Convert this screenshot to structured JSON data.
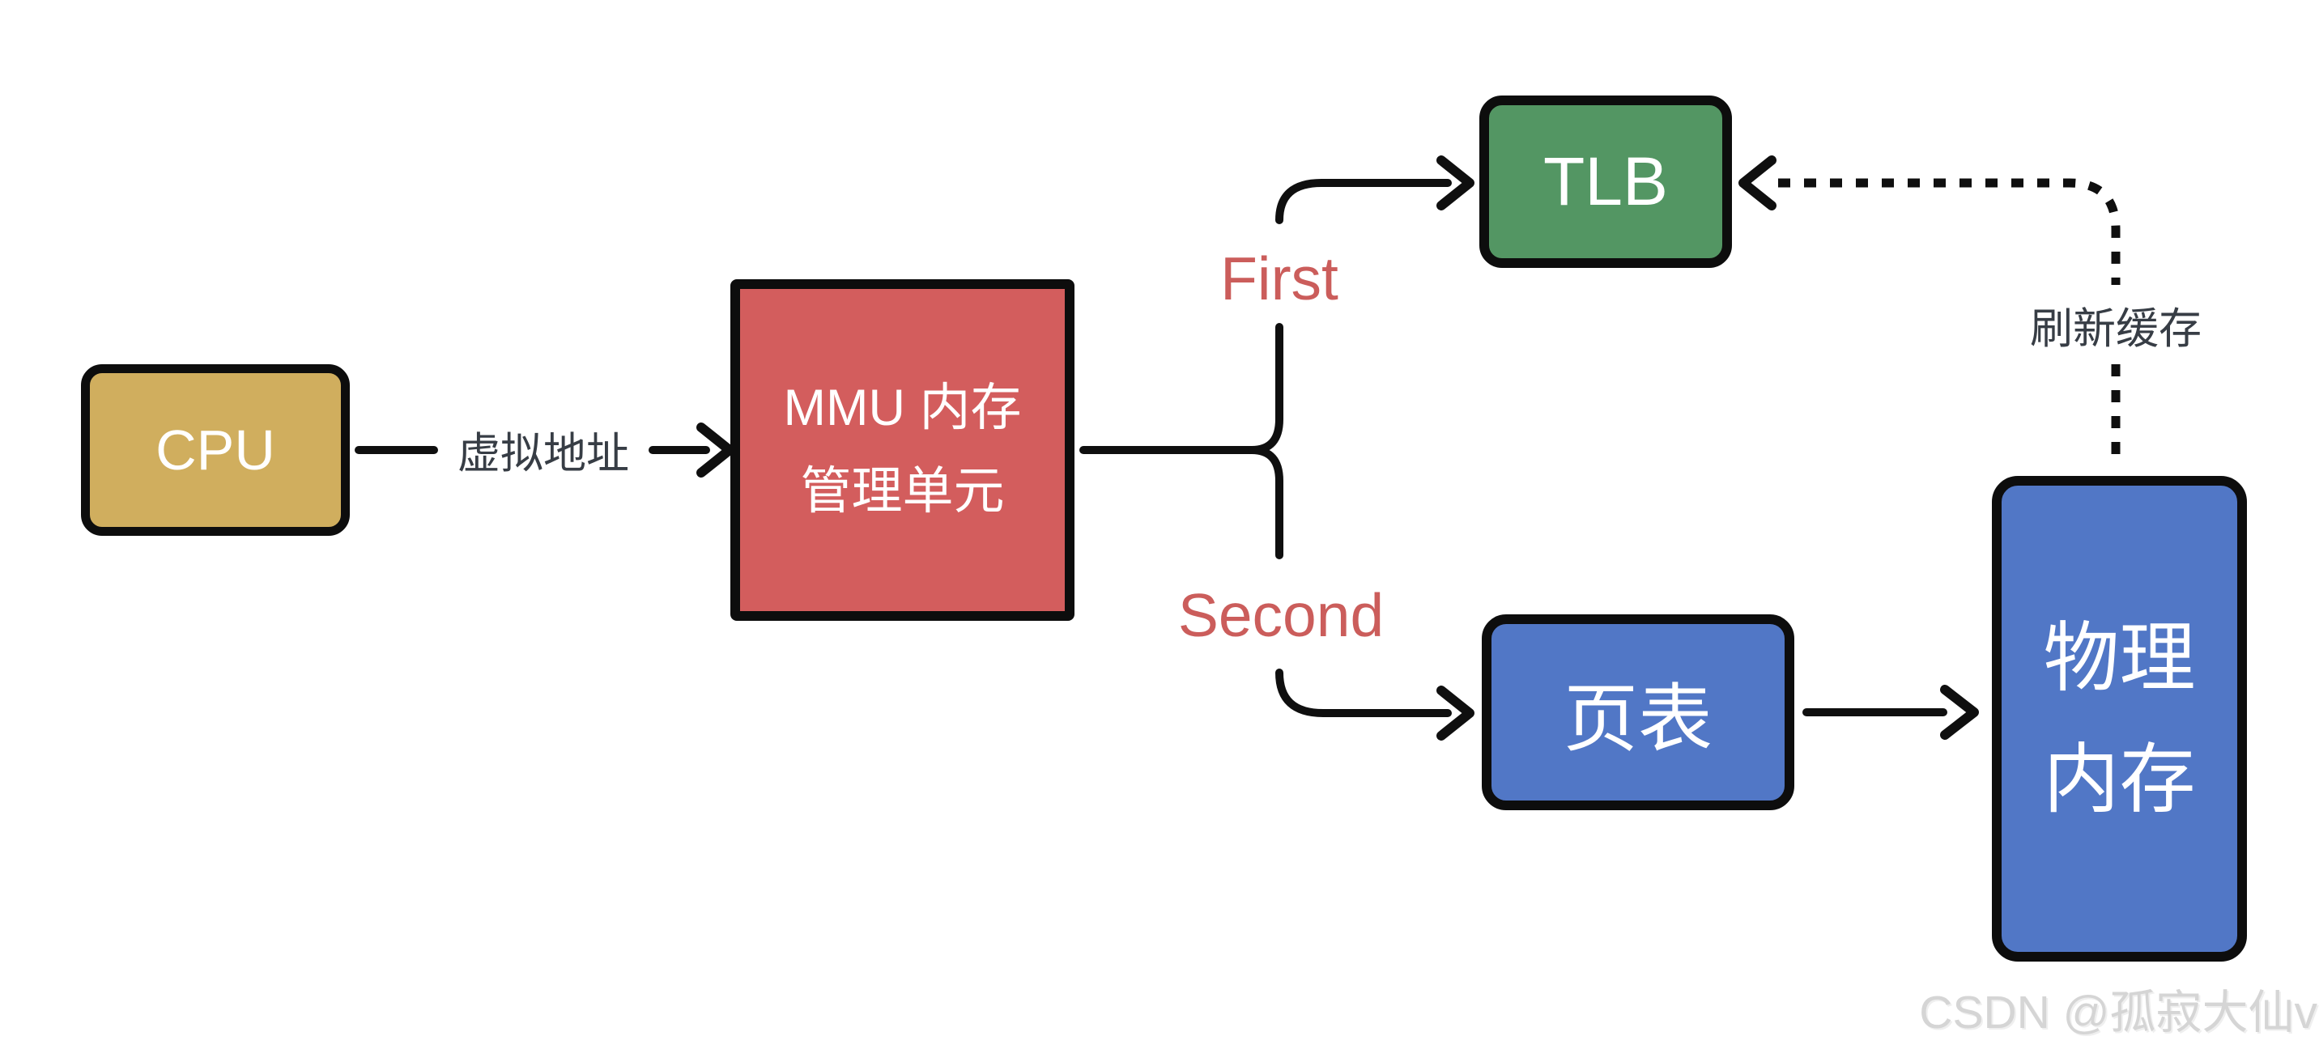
{
  "canvas": {
    "background_color": "#ffffff",
    "connector_color": "#0f0f0f"
  },
  "diagram": {
    "nodes": {
      "cpu": {
        "label": "CPU",
        "color": "#d0ae5e",
        "text_color": "#ffffff"
      },
      "mmu": {
        "lines": [
          "MMU 内存",
          "管理单元"
        ],
        "color": "#d35d5d",
        "text_color": "#ffffff"
      },
      "tlb": {
        "label": "TLB",
        "color": "#539663",
        "text_color": "#ffffff"
      },
      "page-table": {
        "label": "页表",
        "color": "#5177c6",
        "text_color": "#ffffff"
      },
      "physical-memory": {
        "lines": [
          "物理",
          "内存"
        ],
        "color": "#5177c6",
        "text_color": "#ffffff"
      }
    },
    "edge_labels": {
      "virtual_address": "虚拟地址",
      "first": "First",
      "second": "Second",
      "refresh_cache": "刷新缓存"
    },
    "edge_label_colors": {
      "branch_labels": "#cb5d5b",
      "line_labels": "#373d45"
    }
  },
  "watermark": {
    "text": "CSDN @孤寂大仙v",
    "color": "#d5d5d5"
  }
}
